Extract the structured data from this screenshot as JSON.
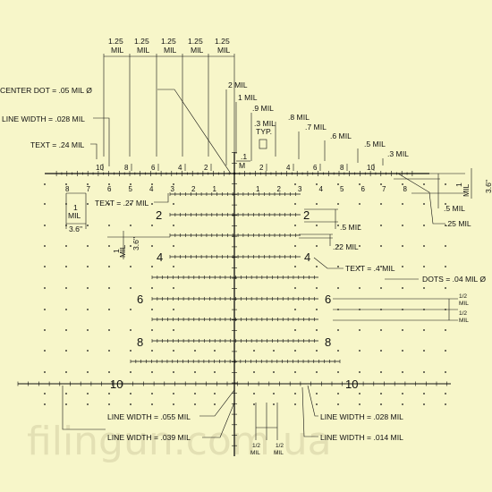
{
  "colors": {
    "background": "#f7f6c9",
    "ink": "#111111",
    "watermark": "#e3e0b4"
  },
  "spacing_labels": {
    "value": "1.25",
    "unit": "MIL"
  },
  "callouts": {
    "center_dot": "CENTER DOT = .05 MIL Ø",
    "line_width_028_top": "LINE WIDTH = .028 MIL",
    "text_024": "TEXT = .24 MIL",
    "text_027": "TEXT = .27 MIL",
    "text_04": "TEXT = .4 MIL",
    "dots": "DOTS = .04 MIL Ø",
    "lw_055": "LINE WIDTH = .055 MIL",
    "lw_039": "LINE WIDTH = .039 MIL",
    "lw_028_bottom": "LINE WIDTH = .028 MIL",
    "lw_014": "LINE WIDTH = .014 MIL"
  },
  "top_dims": {
    "m2": "2 MIL",
    "m1": "1 MIL",
    "m09": ".9 MIL",
    "m08": ".8 MIL",
    "m07": ".7 MIL",
    "m06": ".6 MIL",
    "m05": ".5 MIL",
    "m03": ".3 MIL",
    "m03typ_a": ".3 MIL",
    "m03typ_b": "TYP.",
    "m01": ".1",
    "m_m": "M"
  },
  "right_dims": {
    "one": "1",
    "mil": "MIL",
    "inch": "3.6\"",
    "m05": ".5 MIL",
    "m025": ".25 MIL",
    "m022": ".22 MIL",
    "m05b": ".5 MIL",
    "half": "1/2",
    "half_mil": "MIL"
  },
  "left_dims": {
    "one": "1",
    "mil": "MIL",
    "inch": "3.6\"",
    "one_b": "1",
    "mil_b": "MIL",
    "inch_b": "3.6\""
  },
  "bottom_dims": {
    "half": "1/2",
    "mil": "MIL"
  },
  "scale_upper": [
    "10",
    "8",
    "6",
    "4",
    "2",
    "2",
    "4",
    "6",
    "8",
    "10"
  ],
  "scale_lower_left": [
    "8",
    "7",
    "6",
    "5",
    "4",
    "3",
    "2",
    "1"
  ],
  "scale_lower_right": [
    "1",
    "2",
    "3",
    "4",
    "5",
    "6",
    "7",
    "8"
  ],
  "row_numbers": [
    "2",
    "4",
    "6",
    "8",
    "10"
  ],
  "watermark": "filingun.com.ua"
}
